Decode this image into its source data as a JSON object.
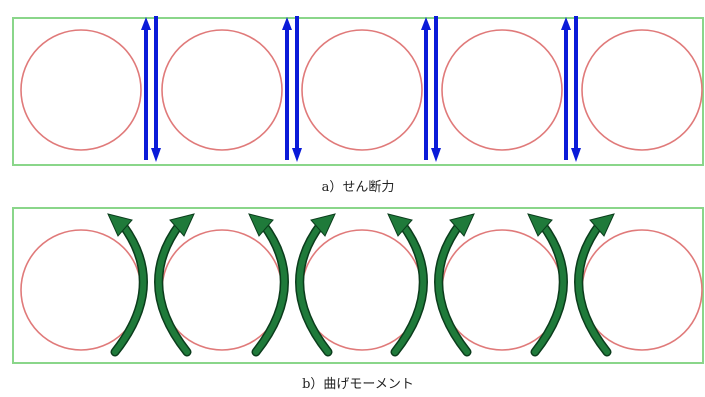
{
  "panel_a": {
    "caption": "a）せん断力",
    "frame_color": "#8ad68a",
    "circle_color": "#e07a7a",
    "force_color": "#0a1ad8",
    "circle_count": 5,
    "force_pair_count": 4
  },
  "panel_b": {
    "caption": "b）曲げモーメント",
    "frame_color": "#8ad68a",
    "circle_color": "#e07a7a",
    "moment_color": "#1f7a3a",
    "circle_count": 5,
    "moment_pair_count": 4
  },
  "icons": {
    "shear_arrow": "double-vertical-arrow-icon",
    "moment_arrow": "curved-arrow-icon"
  }
}
